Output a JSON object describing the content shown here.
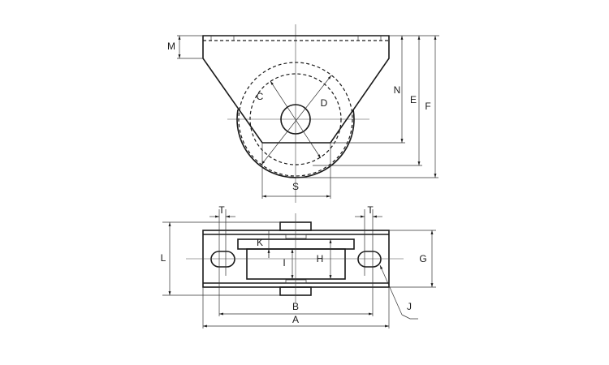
{
  "labels": {
    "M": "M",
    "N": "N",
    "E": "E",
    "F": "F",
    "C": "C",
    "D": "D",
    "S": "S",
    "T_left": "T",
    "T_right": "T",
    "L": "L",
    "K": "K",
    "I": "I",
    "H": "H",
    "G": "G",
    "J": "J",
    "B": "B",
    "A": "A"
  }
}
